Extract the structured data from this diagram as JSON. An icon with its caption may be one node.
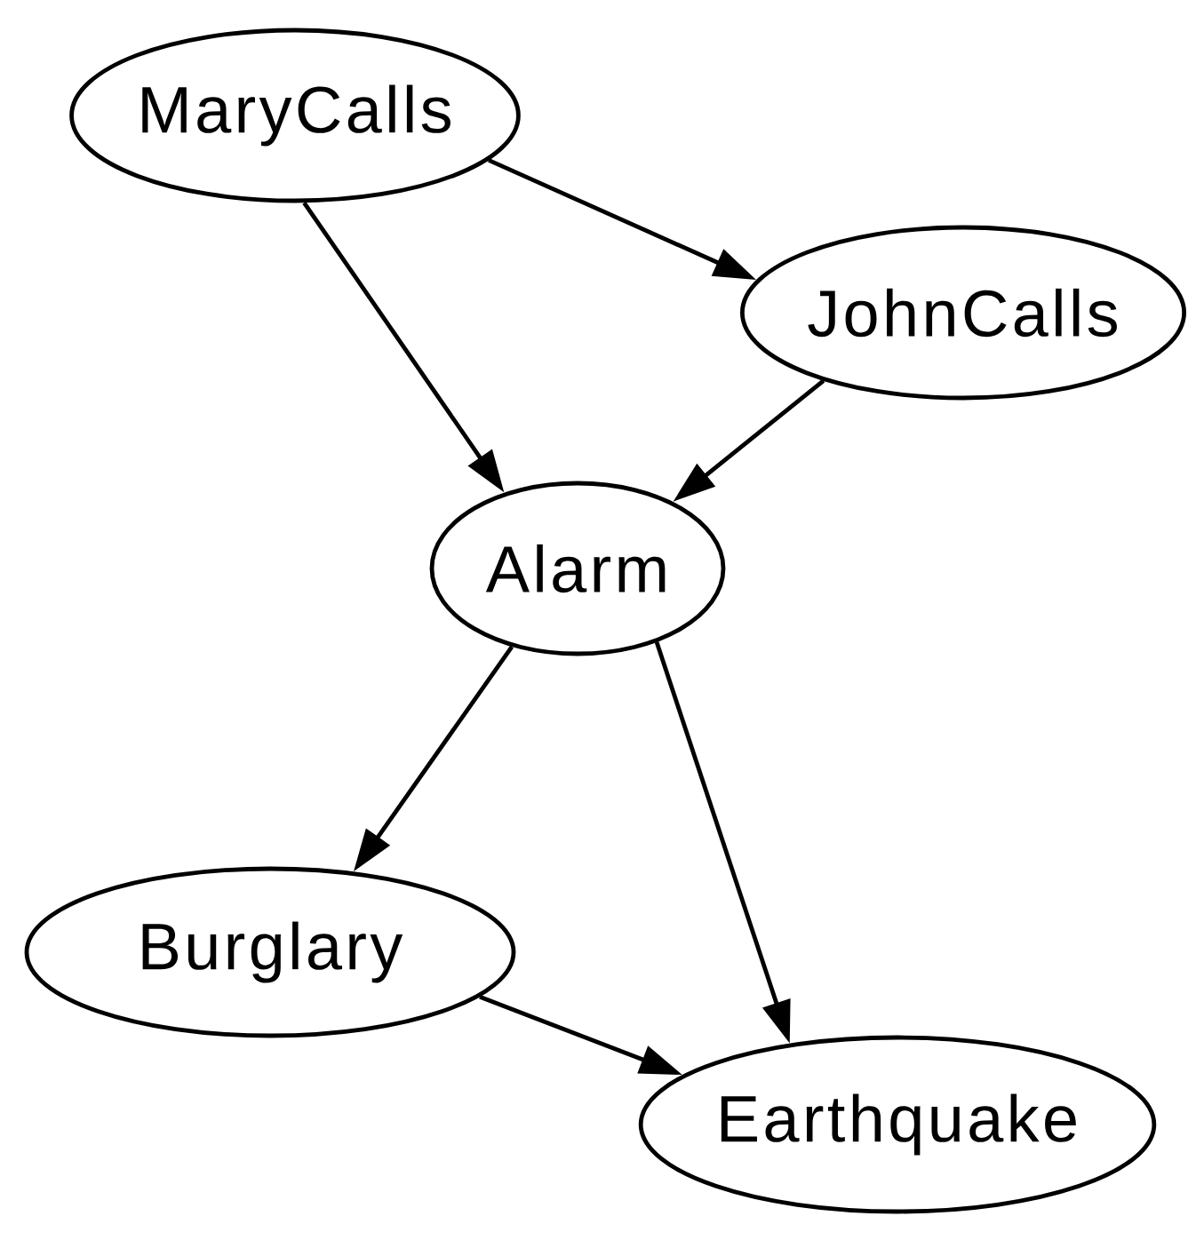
{
  "diagram": {
    "nodes": [
      {
        "text": [
          "MaryCalls"
        ]
      },
      {
        "text": [
          "JohnCalls"
        ]
      },
      {
        "text": [
          "Alarm"
        ]
      },
      {
        "text": [
          "Burglary"
        ]
      },
      {
        "text": [
          "Earthquake"
        ]
      }
    ],
    "edges": [
      {
        "from": 0,
        "to": 1,
        "arrow": "to"
      },
      {
        "from": 0,
        "to": 2,
        "arrow": "to"
      },
      {
        "from": 1,
        "to": 2,
        "arrow": "to"
      },
      {
        "from": 2,
        "to": 3,
        "arrow": "to"
      },
      {
        "from": 2,
        "to": 4,
        "arrow": "to"
      },
      {
        "from": 3,
        "to": 4,
        "arrow": "to"
      }
    ]
  }
}
